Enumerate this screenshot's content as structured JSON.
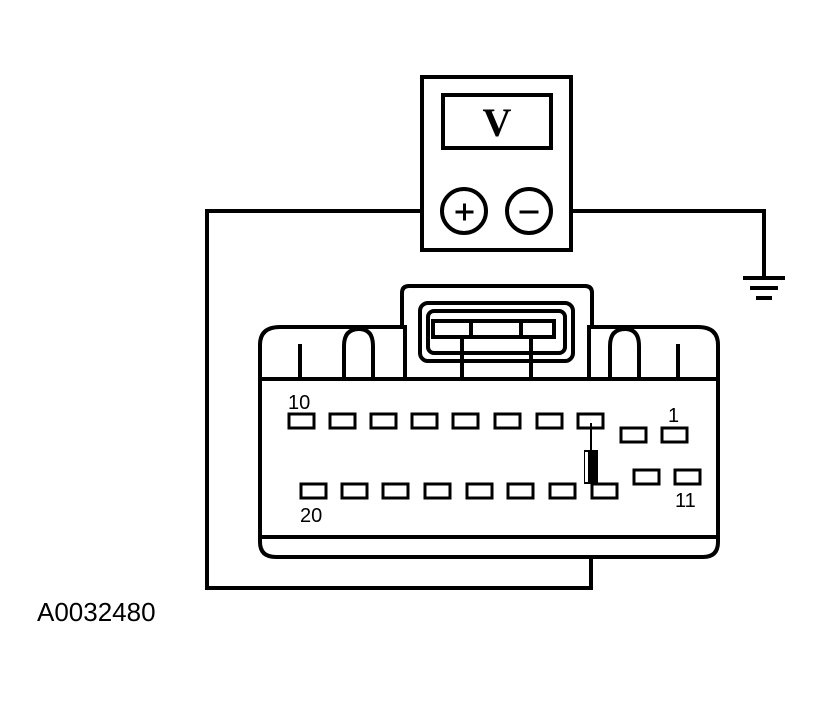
{
  "meter": {
    "display": "V",
    "plus_symbol": "+",
    "minus_symbol": "−"
  },
  "connector": {
    "pin_labels": {
      "top_left": "10",
      "top_right": "1",
      "bottom_left": "20",
      "bottom_right": "11"
    }
  },
  "reference_code": "A0032480",
  "icons": [
    "voltmeter-icon",
    "ground-symbol-icon",
    "test-probe-icon"
  ]
}
